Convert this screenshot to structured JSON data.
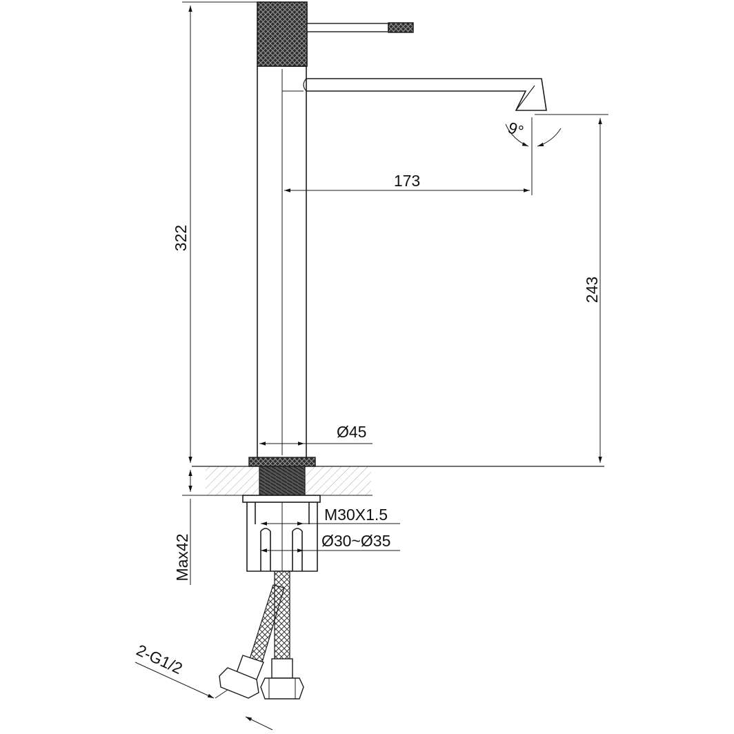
{
  "dimensions": {
    "total_height": "322",
    "spout_height": "243",
    "spout_reach": "173",
    "spout_angle": "9°",
    "body_diameter": "Ø45",
    "thread": "M30X1.5",
    "hole_diameter": "Ø30~Ø35",
    "max_counter_thickness": "Max42",
    "hose_connection": "2-G1/2"
  },
  "colors": {
    "line": "#1a1a1a",
    "hatch": "#9a9a9a",
    "knurl": "#3a3a3a",
    "background": "#ffffff"
  }
}
